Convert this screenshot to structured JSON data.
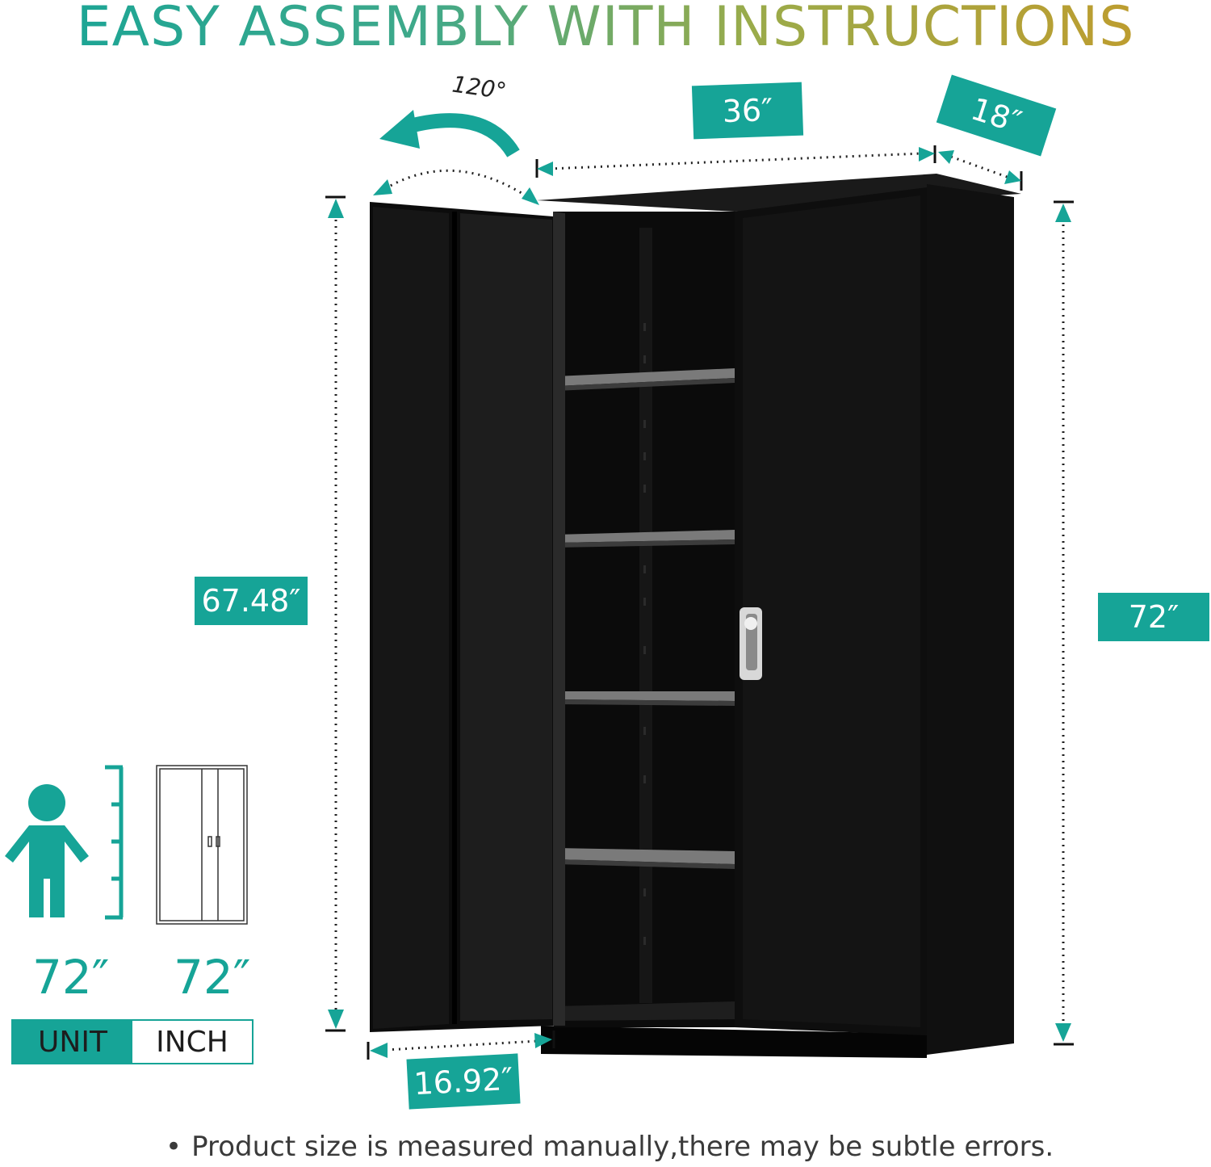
{
  "headline": "EASY ASSEMBLY WITH INSTRUCTIONS",
  "dimensions": {
    "width": "36″",
    "depth": "18″",
    "height": "72″",
    "door_height": "67.48″",
    "door_width": "16.92″",
    "door_angle": "120°"
  },
  "size_reference": {
    "person_height": "72″",
    "cabinet_height": "72″",
    "unit_label": "UNIT",
    "unit_value": "INCH"
  },
  "note": {
    "bullet": "•",
    "text": "Product size is measured manually,there may be subtle errors."
  },
  "colors": {
    "accent": "#16a497",
    "cabinet": "#0c0c0c",
    "shelf": "#7a7a7a"
  },
  "icons": [
    "person-icon",
    "ruler-icon",
    "cabinet-outline-icon",
    "curved-arrow-icon",
    "handle-lock-icon"
  ]
}
